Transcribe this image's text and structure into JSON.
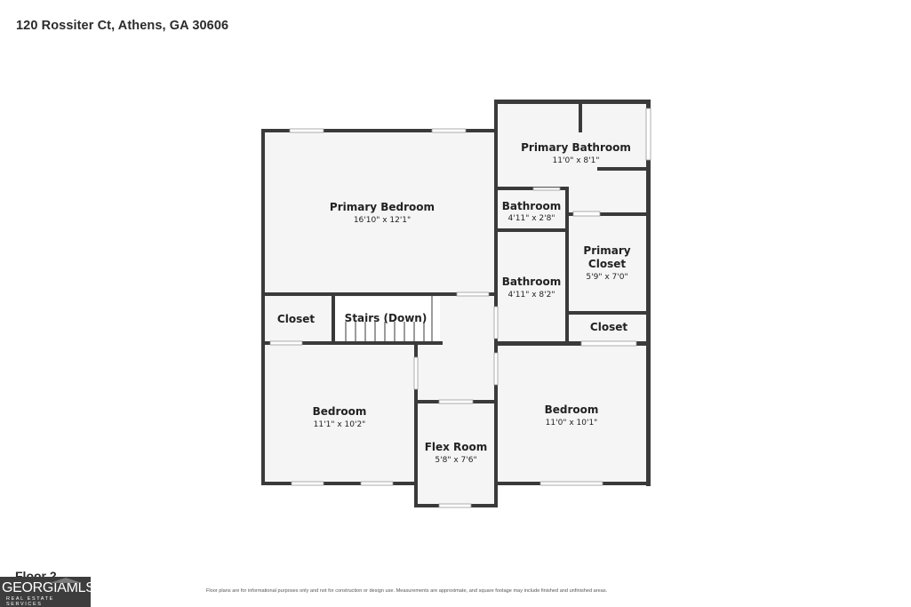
{
  "header": {
    "address": "120 Rossiter Ct, Athens, GA 30606"
  },
  "floor": {
    "label": "Floor 2"
  },
  "rooms": {
    "primary_bathroom": {
      "name": "Primary Bathroom",
      "dims": "11'0\" x 8'1\""
    },
    "primary_bedroom": {
      "name": "Primary Bedroom",
      "dims": "16'10\" x 12'1\""
    },
    "bathroom_small": {
      "name": "Bathroom",
      "dims": "4'11\" x 2'8\""
    },
    "primary_closet": {
      "name_line1": "Primary",
      "name_line2": "Closet",
      "dims": "5'9\" x 7'0\""
    },
    "bathroom_mid": {
      "name": "Bathroom",
      "dims": "4'11\" x 8'2\""
    },
    "closet_left": {
      "name": "Closet"
    },
    "stairs": {
      "name": "Stairs (Down)"
    },
    "closet_right": {
      "name": "Closet"
    },
    "bedroom_left": {
      "name": "Bedroom",
      "dims": "11'1\" x 10'2\""
    },
    "bedroom_right": {
      "name": "Bedroom",
      "dims": "11'0\" x 10'1\""
    },
    "flex_room": {
      "name": "Flex Room",
      "dims": "5'8\" x 7'6\""
    }
  },
  "footer": {
    "disclaimer": "Floor plans are for informational purposes only and not for construction or design use. Measurements are approximate, and square footage may include finished and unfinished areas.",
    "logo_name": "GEORGIAMLS",
    "logo_sub": "REAL ESTATE SERVICES"
  },
  "colors": {
    "wall": "#3a3a3a",
    "floor": "#f5f5f5",
    "window": "#ffffff"
  }
}
